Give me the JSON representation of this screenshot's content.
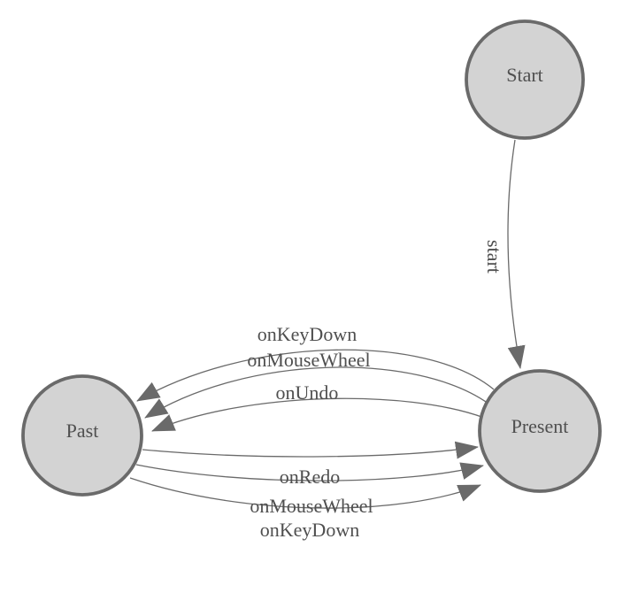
{
  "diagram": {
    "type": "state-machine",
    "colors": {
      "background": "#ffffff",
      "node_fill": "#d3d3d3",
      "node_stroke": "#6a6a6a",
      "edge_color": "#6a6a6a",
      "label_color": "#4f4f4f"
    },
    "nodes": [
      {
        "id": "start",
        "label": "Start"
      },
      {
        "id": "past",
        "label": "Past"
      },
      {
        "id": "present",
        "label": "Present"
      }
    ],
    "edges": [
      {
        "from": "Start",
        "to": "Present",
        "label": "start"
      },
      {
        "from": "Present",
        "to": "Past",
        "label": "onKeyDown"
      },
      {
        "from": "Present",
        "to": "Past",
        "label": "onMouseWheel"
      },
      {
        "from": "Present",
        "to": "Past",
        "label": "onUndo"
      },
      {
        "from": "Past",
        "to": "Present",
        "label": "onRedo"
      },
      {
        "from": "Past",
        "to": "Present",
        "label": "onMouseWheel"
      },
      {
        "from": "Past",
        "to": "Present",
        "label": "onKeyDown"
      }
    ]
  }
}
